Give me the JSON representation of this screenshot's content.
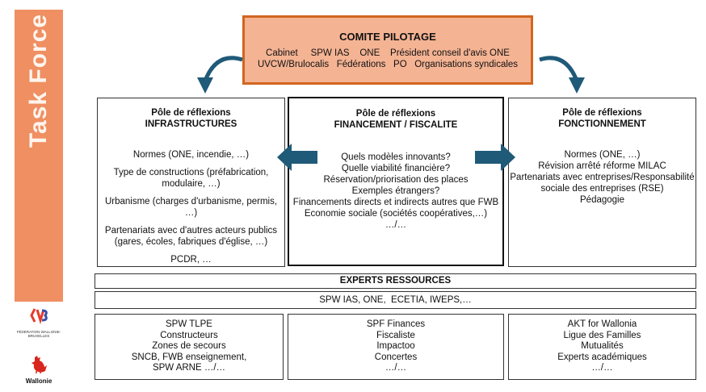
{
  "sidebar": {
    "title": "Task Force",
    "fwb_text": "FÉDÉRATION WALLONIE-BRUXELLES",
    "wallonie_text": "Wallonie"
  },
  "pilotage": {
    "title": "COMITE PILOTAGE",
    "line1": "Cabinet     SPW IAS    ONE    Président conseil d'avis ONE",
    "line2": "UVCW/Brulocalis   Fédérations   PO   Organisations syndicales"
  },
  "poles": {
    "infrastructures": {
      "head1": "Pôle de réflexions",
      "head2": "INFRASTRUCTURES",
      "items": [
        "Normes (ONE, incendie, …)",
        "Type de constructions (préfabrication, modulaire, …)",
        "Urbanisme (charges d'urbanisme, permis, …)",
        "Partenariats avec d'autres acteurs publics (gares, écoles, fabriques d'église, …)",
        "PCDR, …"
      ]
    },
    "financement": {
      "head1": "Pôle de réflexions",
      "head2": "FINANCEMENT / FISCALITE",
      "items": [
        "Quels modèles innovants?",
        "Quelle viabilité financière?",
        "Réservation/priorisation des places",
        "Exemples étrangers?",
        "Financements directs et indirects autres que FWB",
        "Economie sociale (sociétés coopératives,…)",
        "…/…"
      ]
    },
    "fonctionnement": {
      "head1": "Pôle de réflexions",
      "head2": "FONCTIONNEMENT",
      "items": [
        "Normes (ONE, …)",
        "Révision arrêté réforme MILAC",
        "Partenariats avec entreprises/Responsabilité sociale des entreprises (RSE)",
        "Pédagogie"
      ]
    }
  },
  "experts": {
    "title": "EXPERTS RESSOURCES",
    "list": "SPW IAS, ONE,  ECETIA, IWEPS,…"
  },
  "bottom": {
    "left": [
      "SPW TLPE",
      "Constructeurs",
      "Zones de secours",
      "SNCB, FWB enseignement,",
      "SPW ARNE …/…"
    ],
    "middle": [
      "SPF Finances",
      "Fiscaliste",
      "Impactoo",
      "Concertes",
      "…/…"
    ],
    "right": [
      "AKT for Wallonia",
      "Ligue des Familles",
      "Mutualités",
      "Experts académiques",
      "…/…"
    ]
  },
  "colors": {
    "sidebar": "#ef8f62",
    "pilot_fill": "#f4b393",
    "pilot_border": "#d2651f",
    "arrow": "#1f5a78"
  }
}
